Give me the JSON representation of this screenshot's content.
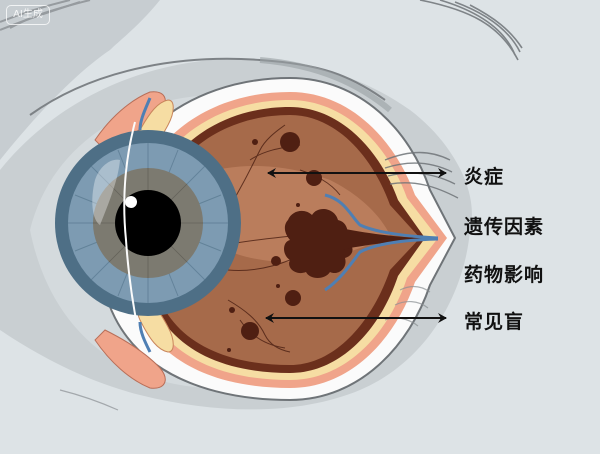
{
  "watermark": {
    "text": "AI生成"
  },
  "diagram": {
    "subject": "Eye cross-section illustration",
    "labels": [
      {
        "id": "inflammation",
        "text": "炎症",
        "has_arrow": true
      },
      {
        "id": "genetic",
        "text": "遗传因素",
        "has_arrow": false
      },
      {
        "id": "drug",
        "text": "药物影响",
        "has_arrow": false
      },
      {
        "id": "blindness",
        "text": "常见盲",
        "has_arrow": true
      }
    ]
  },
  "colors": {
    "background": "#dde3e6",
    "eyelid_gray": "#c9cfd2",
    "sclera_white": "#fbfbfb",
    "fundus_brown": "#a66a4a",
    "fundus_light": "#c58a66",
    "fundus_dark": "#5a2a1a",
    "lesion": "#4f1f12",
    "iris_outer": "#4e6f86",
    "iris_inner": "#7d9bb2",
    "iris_brown_ring": "#7c7a70",
    "pupil": "#000000",
    "choroid_pink": "#f0a48a",
    "retina_yellow": "#f6dda3",
    "vessel_blue": "#4f7fb3",
    "arrow": "#111111"
  }
}
